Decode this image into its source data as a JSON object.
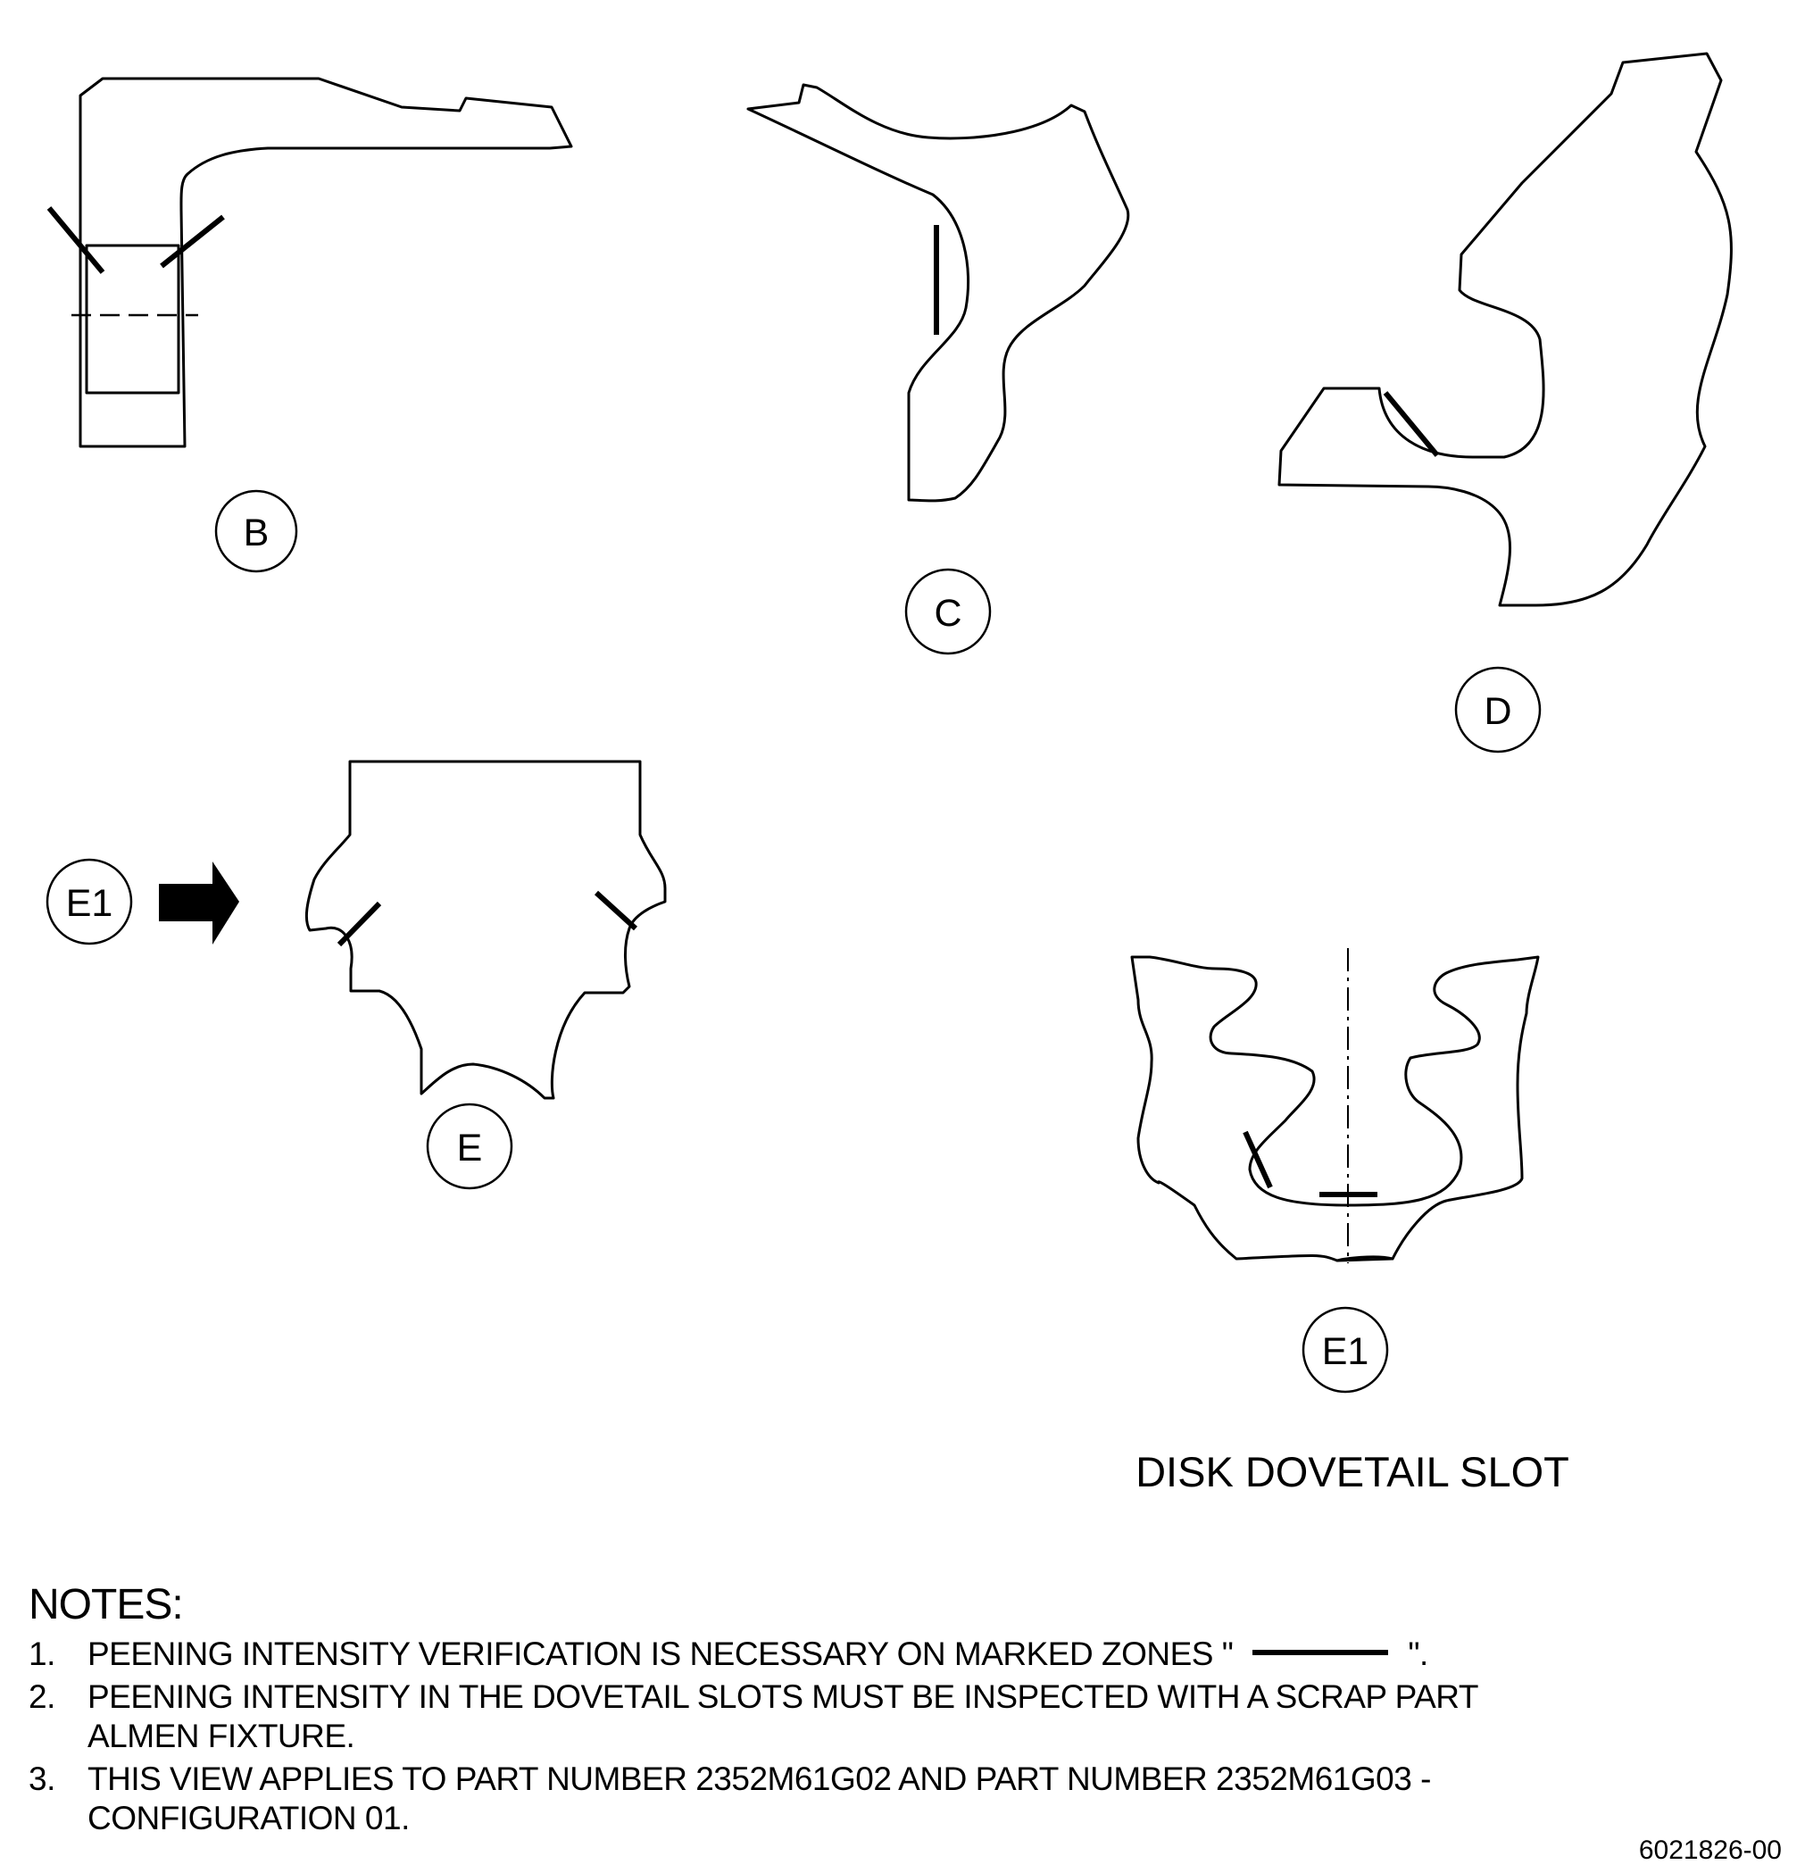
{
  "views": {
    "b": {
      "label": "B"
    },
    "c": {
      "label": "C"
    },
    "d": {
      "label": "D"
    },
    "e": {
      "label": "E"
    },
    "e1_ref": {
      "label": "E1"
    },
    "e1": {
      "label": "E1",
      "title": "DISK DOVETAIL SLOT"
    }
  },
  "notes": {
    "heading": "NOTES:",
    "items": [
      {
        "num": "1.",
        "before": "PEENING INTENSITY VERIFICATION IS NECESSARY ON MARKED ZONES \"",
        "after": "\"."
      },
      {
        "num": "2.",
        "text": "PEENING INTENSITY IN THE DOVETAIL SLOTS MUST BE INSPECTED WITH A SCRAP PART ALMEN FIXTURE."
      },
      {
        "num": "3.",
        "text": "THIS VIEW APPLIES TO PART NUMBER 2352M61G02 AND PART NUMBER 2352M61G03 - CONFIGURATION 01."
      }
    ]
  },
  "document_number": "6021826-00",
  "colors": {
    "line": "#000000",
    "background": "#ffffff"
  }
}
